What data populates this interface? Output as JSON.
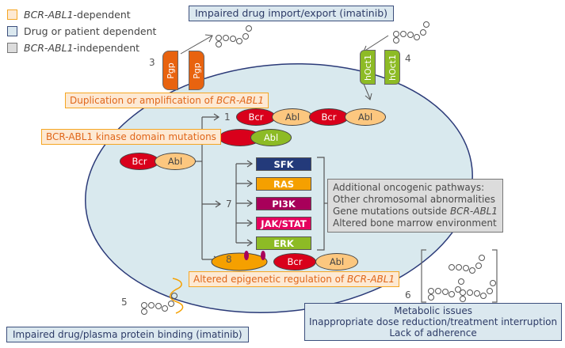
{
  "legend": [
    {
      "label_italic": "BCR-ABL1",
      "label_rest": " -dependent",
      "color": "#fde9d3",
      "border": "#f5a623"
    },
    {
      "label_italic": "",
      "label_rest": "Drug or patient dependent",
      "color": "#dbe8ef",
      "border": "#3c4f7c"
    },
    {
      "label_italic": "BCR-ABL1",
      "label_rest": "-independent",
      "color": "#dcdcdc",
      "border": "#777777"
    }
  ],
  "boxes": {
    "import_export": "Impaired drug import/export (imatinib)",
    "duplication": {
      "text": "Duplication or amplification of ",
      "italic": "BCR-ABL1"
    },
    "kinase_mutations": "BCR-ABL1 kinase domain mutations",
    "epigenetic": {
      "text": "Altered epigenetic regulation of ",
      "italic": "BCR-ABL1"
    },
    "plasma_binding": "Impaired drug/plasma protein binding (imatinib)",
    "additional": {
      "line1": "Additional oncogenic pathways:",
      "line2": "Other chromosomal abnormalities",
      "line3_text": "Gene mutations outside ",
      "line3_italic": "BCR-ABL1",
      "line4": "Altered bone marrow environment"
    },
    "patient": {
      "line1": "Metabolic issues",
      "line2": "Inappropriate dose reduction/treatment interruption",
      "line3": "Lack of adherence"
    }
  },
  "numbers": {
    "n1": "1",
    "n3": "3",
    "n4": "4",
    "n5": "5",
    "n6": "6",
    "n7": "7",
    "n8": "8"
  },
  "transporters": {
    "pgp": "Pgp",
    "hoct": "hOct1"
  },
  "proteins": {
    "bcr": "Bcr",
    "abl": "Abl"
  },
  "pathways": [
    {
      "label": "SFK",
      "color": "#233a7a"
    },
    {
      "label": "RAS",
      "color": "#f5a000"
    },
    {
      "label": "PI3K",
      "color": "#a8005a"
    },
    {
      "label": "JAK/STAT",
      "color": "#e5005e"
    },
    {
      "label": "ERK",
      "color": "#8dbb25"
    }
  ],
  "colors": {
    "cell_fill": "#d9e9ee",
    "cell_border": "#2b3a78",
    "bcr": "#d9001b",
    "abl": "#fcc77f",
    "abl_mutant": "#8dbb25",
    "pgp": "#e8630f",
    "hoct": "#8dbb25",
    "epigenetic_blob": "#f5a000",
    "methyl": "#a8005a"
  }
}
